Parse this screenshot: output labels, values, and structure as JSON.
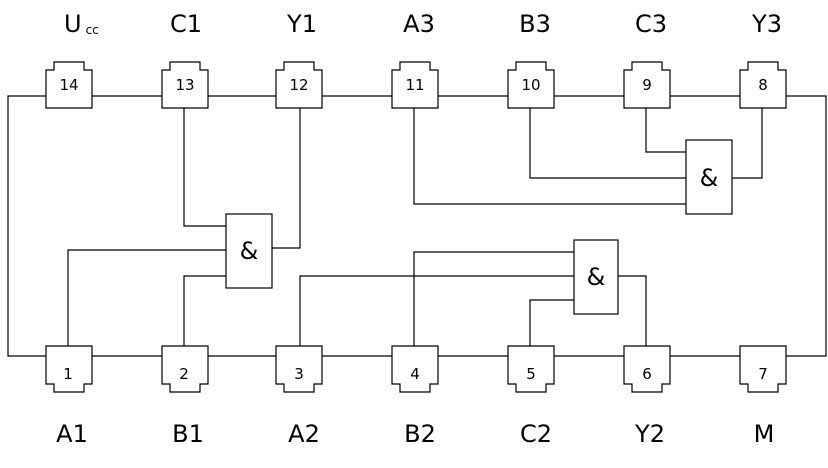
{
  "top_pins": [
    {
      "number": "14",
      "name": "U",
      "sub": "cc"
    },
    {
      "number": "13",
      "name": "C1"
    },
    {
      "number": "12",
      "name": "Y1"
    },
    {
      "number": "11",
      "name": "A3"
    },
    {
      "number": "10",
      "name": "B3"
    },
    {
      "number": "9",
      "name": "C3"
    },
    {
      "number": "8",
      "name": "Y3"
    }
  ],
  "bottom_pins": [
    {
      "number": "1",
      "name": "A1"
    },
    {
      "number": "2",
      "name": "B1"
    },
    {
      "number": "3",
      "name": "A2"
    },
    {
      "number": "4",
      "name": "B2"
    },
    {
      "number": "5",
      "name": "C2"
    },
    {
      "number": "6",
      "name": "Y2"
    },
    {
      "number": "7",
      "name": "M"
    }
  ],
  "gates": [
    {
      "symbol": "&"
    },
    {
      "symbol": "&"
    },
    {
      "symbol": "&"
    }
  ]
}
